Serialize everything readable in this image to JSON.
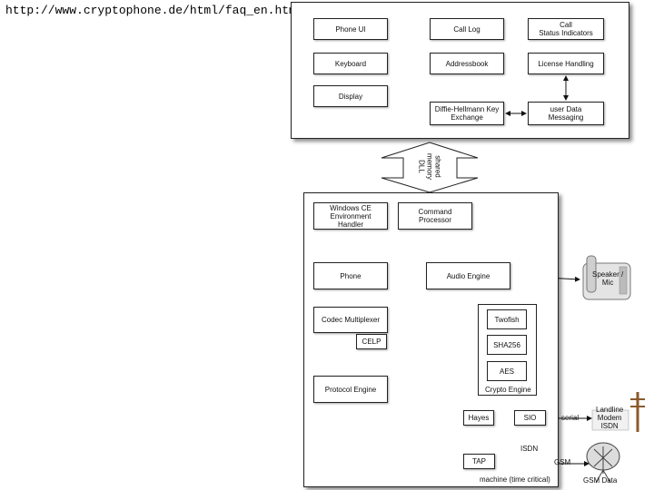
{
  "url": "http://www.cryptophone.de/html/faq_en.html",
  "top_panel": {
    "phone_ui": "Phone UI",
    "call_log": "Call Log",
    "call_status": "Call\nStatus Indicators",
    "keyboard": "Keyboard",
    "addressbook": "Addressbook",
    "license": "License Handling",
    "display": "Display",
    "dh": "Diffie-Hellmann Key\nExchange",
    "user_data": "user Data\nMessaging"
  },
  "connector": {
    "label": "shared\nmemory\nDLL"
  },
  "bottom_panel": {
    "wince": "Windows CE\nEnvironment\nHandler",
    "command": "Command\nProcessor",
    "phone": "Phone",
    "audio": "Audio Engine",
    "codec": "Codec Multiplexer",
    "celp": "CELP",
    "twofish": "Twofish",
    "sha": "SHA256",
    "aes": "AES",
    "crypto_engine": "Crypto Engine",
    "protocol": "Protocol Engine",
    "hayes": "Hayes",
    "sio": "SIO",
    "tap": "TAP",
    "isdn": "ISDN",
    "gsm": "GSM",
    "serial": "serial",
    "machine": "machine (time critical)"
  },
  "external": {
    "speaker": "Speaker /\nMic",
    "landline": "Landline\nModem\nISDN",
    "gsm_data": "GSM Data"
  }
}
